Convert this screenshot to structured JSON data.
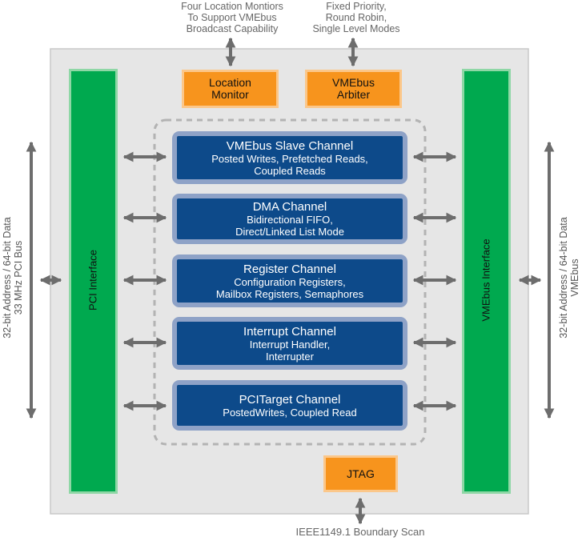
{
  "top_annotations": {
    "location_monitor_note": [
      "Four Location Montiors",
      "To Support VMEbus",
      "Broadcast Capability"
    ],
    "arbiter_note": [
      "Fixed Priority,",
      "Round Robin,",
      "Single Level Modes"
    ]
  },
  "left_bus_label": [
    "32-bit Address / 64-bit Data",
    "33 MHz PCI Bus"
  ],
  "right_bus_label": [
    "32-bit Address / 64-bit Data",
    "VMEbus"
  ],
  "blocks": {
    "location_monitor": [
      "Location",
      "Monitor"
    ],
    "vmebus_arbiter": [
      "VMEbus",
      "Arbiter"
    ],
    "pci_interface": "PCI Interface",
    "vmebus_interface": "VMEbus Interface",
    "jtag": "JTAG"
  },
  "channels": [
    {
      "title": "VMEbus Slave Channel",
      "lines": [
        "Posted Writes, Prefetched Reads,",
        "Coupled Reads"
      ]
    },
    {
      "title": "DMA Channel",
      "lines": [
        "Bidirectional FIFO,",
        "Direct/Linked List Mode"
      ]
    },
    {
      "title": "Register Channel",
      "lines": [
        "Configuration Registers,",
        "Mailbox Registers, Semaphores"
      ]
    },
    {
      "title": "Interrupt Channel",
      "lines": [
        "Interrupt Handler,",
        "Interrupter"
      ]
    },
    {
      "title": "PCITarget Channel",
      "lines": [
        "PostedWrites, Coupled Read"
      ]
    }
  ],
  "bottom_annotation": "IEEE1149.1 Boundary Scan",
  "colors": {
    "chip_background": "#e6e6e6",
    "orange_block": "#f7941d",
    "green_interface": "#00a94f",
    "channel_fill": "#0d4a8a",
    "channel_border": "#8ea2c7",
    "arrow": "#6d6d6d"
  }
}
